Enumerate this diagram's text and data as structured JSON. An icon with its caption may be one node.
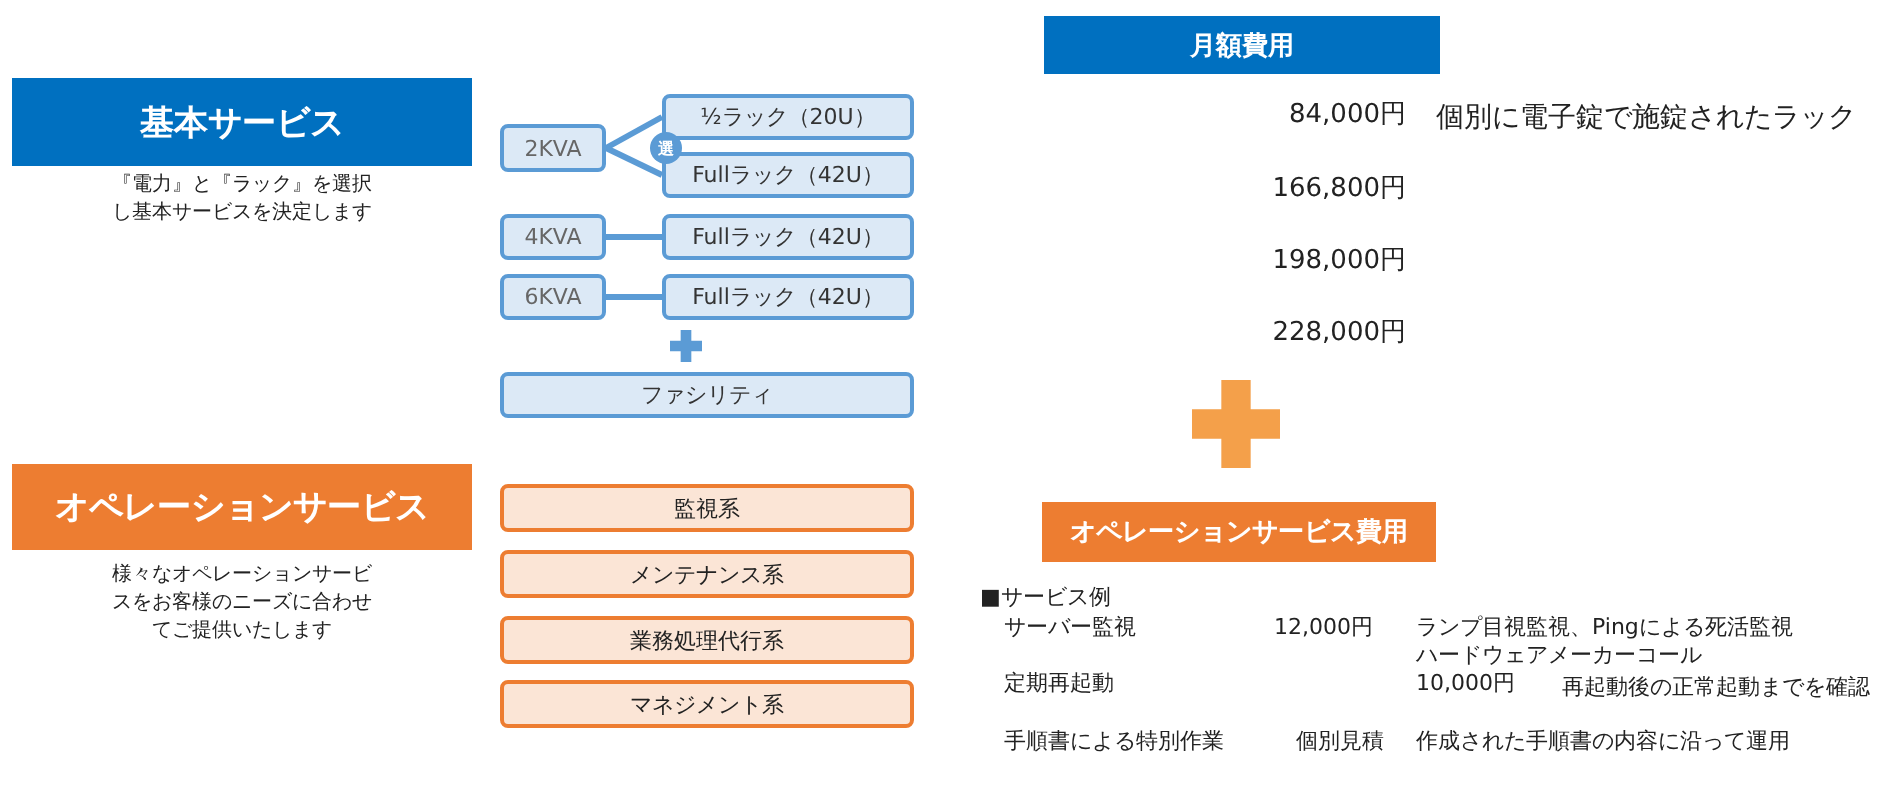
{
  "diagram": {
    "nodes": [
      {
        "text": [
          "基本サービス"
        ],
        "beside": [
          "『電力』と『ラック』を選択し基本サービスを決定します"
        ]
      },
      {
        "text": [
          "2KVA"
        ]
      },
      {
        "text": [
          "½ラック（20U）"
        ]
      },
      {
        "text": [
          "Fullラック（42U）"
        ]
      },
      {
        "text": [
          "選"
        ]
      },
      {
        "text": [
          "4KVA"
        ]
      },
      {
        "text": [
          "Fullラック（42U）"
        ]
      },
      {
        "text": [
          "6KVA"
        ]
      },
      {
        "text": [
          "Fullラック（42U）"
        ]
      },
      {
        "text": [
          "ファシリティ"
        ]
      },
      {
        "text": [
          "オペレーションサービス"
        ],
        "beside": [
          "様々なオペレーションサービスをお客様のニーズに合わせてご提供いたします"
        ]
      },
      {
        "text": [
          "監視系"
        ]
      },
      {
        "text": [
          "メンテナンス系"
        ]
      },
      {
        "text": [
          "業務処理代行系"
        ]
      },
      {
        "text": [
          "マネジメント系"
        ]
      },
      {
        "text": [
          "月額費用"
        ]
      },
      {
        "text": [
          "オペレーションサービス費用"
        ]
      }
    ],
    "edges": [
      {
        "from": 1,
        "to": 2,
        "arrow": "none"
      },
      {
        "from": 1,
        "to": 3,
        "arrow": "none"
      },
      {
        "from": 5,
        "to": 6,
        "arrow": "none"
      },
      {
        "from": 7,
        "to": 8,
        "arrow": "none"
      }
    ],
    "labels": [
      "84,000円",
      "166,800円",
      "198,000円",
      "228,000円",
      "個別に電子錠で施錠されたラック",
      "■サービス例",
      "サーバー監視",
      "12,000円",
      "ランプ目視監視、Pingによる死活監視",
      "ハードウェアメーカーコール",
      "定期再起動",
      "10,000円",
      "再起動後の正常起動までを確認",
      "手順書による特別作業",
      "個別見積",
      "作成された手順書の内容に沿って運用"
    ]
  }
}
